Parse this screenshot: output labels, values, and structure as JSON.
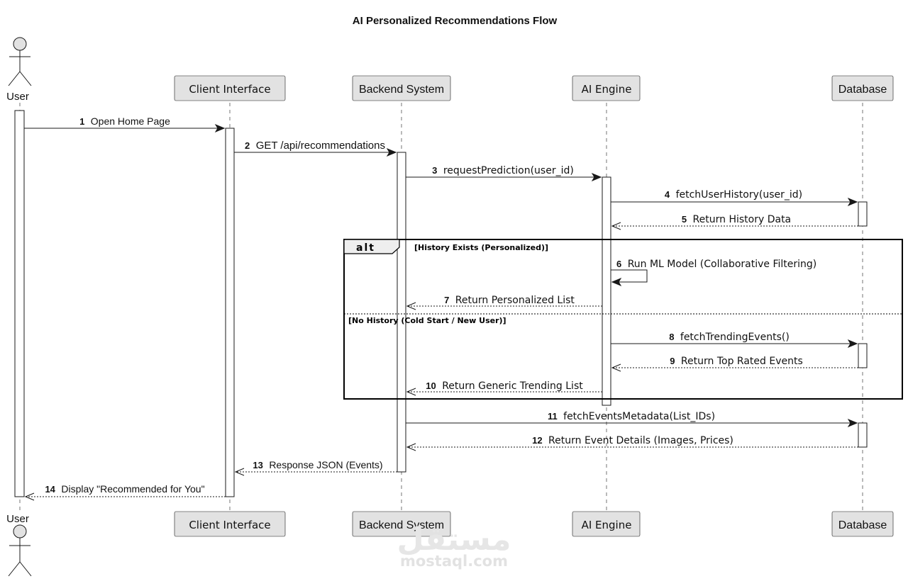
{
  "diagram": {
    "title": "AI Personalized Recommendations Flow",
    "actor": {
      "label": "User"
    },
    "participants": [
      {
        "id": "client",
        "label": "Client Interface"
      },
      {
        "id": "backend",
        "label": "Backend System"
      },
      {
        "id": "ai",
        "label": "AI Engine"
      },
      {
        "id": "db",
        "label": "Database"
      }
    ],
    "messages": [
      {
        "num": "1",
        "text": "Open Home Page",
        "from": "user",
        "to": "client",
        "style": "solid"
      },
      {
        "num": "2",
        "text": "GET /api/recommendations",
        "from": "client",
        "to": "backend",
        "style": "solid"
      },
      {
        "num": "3",
        "text": "requestPrediction(user_id)",
        "from": "backend",
        "to": "ai",
        "style": "solid"
      },
      {
        "num": "4",
        "text": "fetchUserHistory(user_id)",
        "from": "ai",
        "to": "db",
        "style": "solid"
      },
      {
        "num": "5",
        "text": "Return History Data",
        "from": "db",
        "to": "ai",
        "style": "dashed"
      },
      {
        "num": "6",
        "text": "Run ML Model (Collaborative Filtering)",
        "from": "ai",
        "to": "ai",
        "style": "self"
      },
      {
        "num": "7",
        "text": "Return Personalized List",
        "from": "ai",
        "to": "backend",
        "style": "dashed"
      },
      {
        "num": "8",
        "text": "fetchTrendingEvents()",
        "from": "ai",
        "to": "db",
        "style": "solid"
      },
      {
        "num": "9",
        "text": "Return Top Rated Events",
        "from": "db",
        "to": "ai",
        "style": "dashed"
      },
      {
        "num": "10",
        "text": "Return Generic Trending List",
        "from": "ai",
        "to": "backend",
        "style": "dashed"
      },
      {
        "num": "11",
        "text": "fetchEventsMetadata(List_IDs)",
        "from": "backend",
        "to": "db",
        "style": "solid"
      },
      {
        "num": "12",
        "text": "Return Event Details (Images, Prices)",
        "from": "db",
        "to": "backend",
        "style": "dashed"
      },
      {
        "num": "13",
        "text": "Response JSON (Events)",
        "from": "backend",
        "to": "client",
        "style": "dashed"
      },
      {
        "num": "14",
        "text": "Display \"Recommended for You\"",
        "from": "client",
        "to": "user",
        "style": "dashed"
      }
    ],
    "alt_frame": {
      "operator": "alt",
      "guard_1": "[History Exists (Personalized)]",
      "guard_2": "[No History (Cold Start / New User)]"
    }
  },
  "watermark": {
    "arabic": "مستقل",
    "latin": "mostaql.com"
  }
}
